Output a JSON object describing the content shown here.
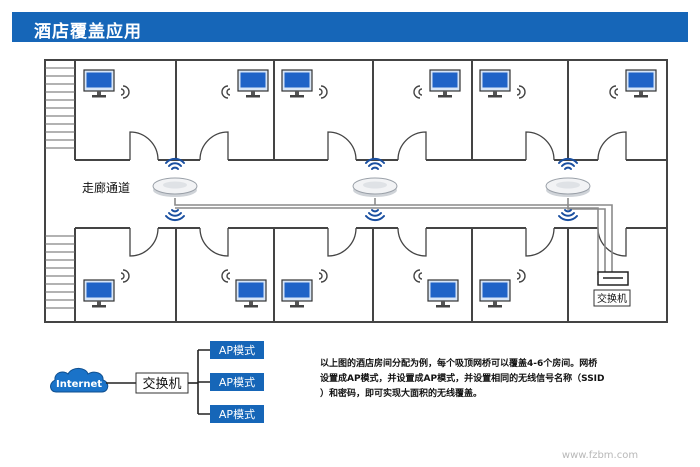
{
  "header": {
    "title": "酒店覆盖应用"
  },
  "floorplan": {
    "corridor_label": "走廊通道",
    "switch_label": "交换机"
  },
  "network": {
    "internet_label": "Internet",
    "switch_label": "交换机",
    "ap_labels": [
      "AP模式",
      "AP模式",
      "AP模式"
    ]
  },
  "description": {
    "lines": [
      "以上图的酒店房间分配为例，每个吸顶网桥可以覆盖4-6个房间。网桥",
      "设置成AP模式，并设置成AP模式，并设置相同的无线信号名称（SSID",
      "）和密码，即可实现大面积的无线覆盖。"
    ]
  },
  "watermark": {
    "site": "www.fzbm.com"
  },
  "colors": {
    "header": "#1666b8",
    "ap_box": "#1666b8",
    "monitor": "#1f63c7",
    "cloud": "#1a73c9",
    "wire": "#8a8a8a"
  }
}
